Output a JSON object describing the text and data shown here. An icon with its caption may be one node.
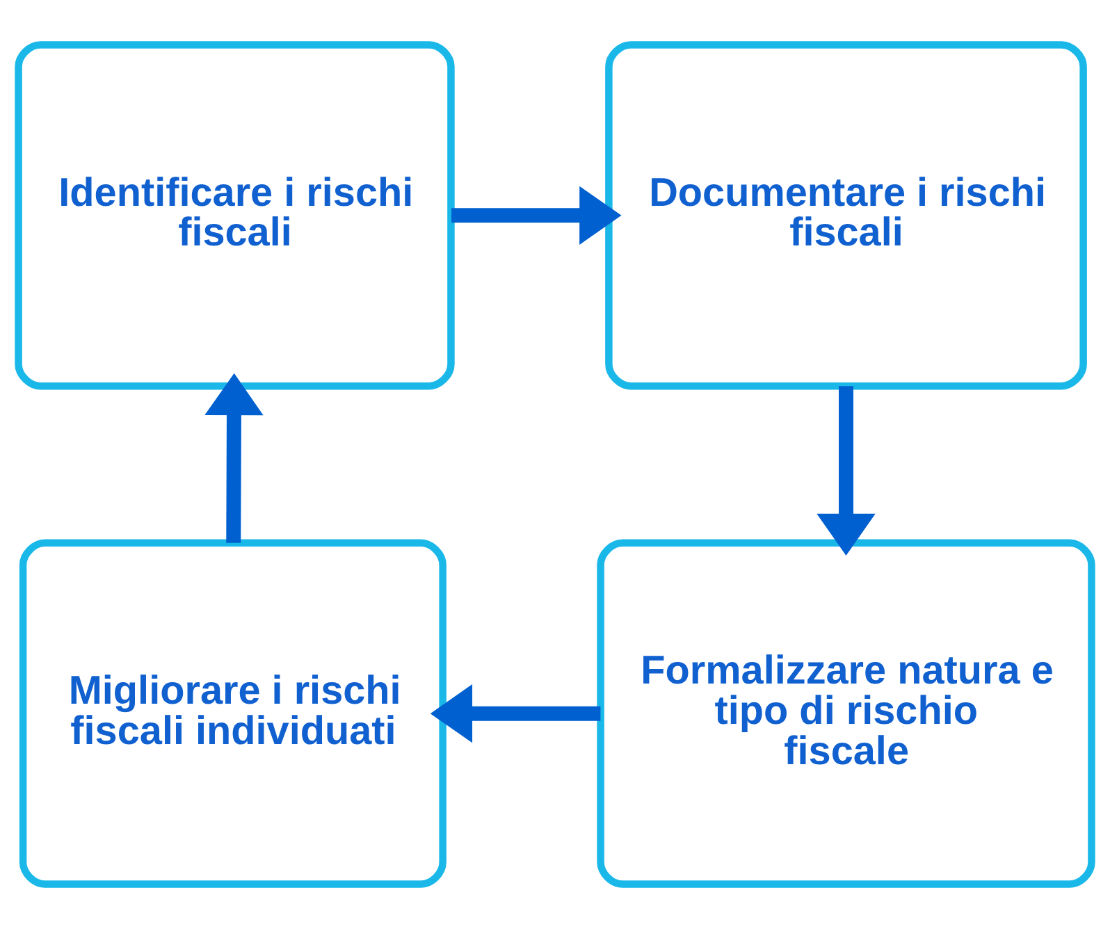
{
  "diagram": {
    "nodes": [
      {
        "text": [
          "Identificare i rischi fiscali"
        ]
      },
      {
        "text": [
          "Documentare i rischi fiscali"
        ]
      },
      {
        "text": [
          "Migliorare i rischi fiscali individuati"
        ]
      },
      {
        "text": [
          "Formalizzare natura e tipo di rischio fiscale"
        ]
      }
    ],
    "edges": [
      {
        "from": 0,
        "to": 1,
        "arrow": "to"
      },
      {
        "from": 1,
        "to": 3,
        "arrow": "to"
      },
      {
        "from": 3,
        "to": 2,
        "arrow": "to"
      },
      {
        "from": 2,
        "to": 0,
        "arrow": "to"
      }
    ]
  }
}
